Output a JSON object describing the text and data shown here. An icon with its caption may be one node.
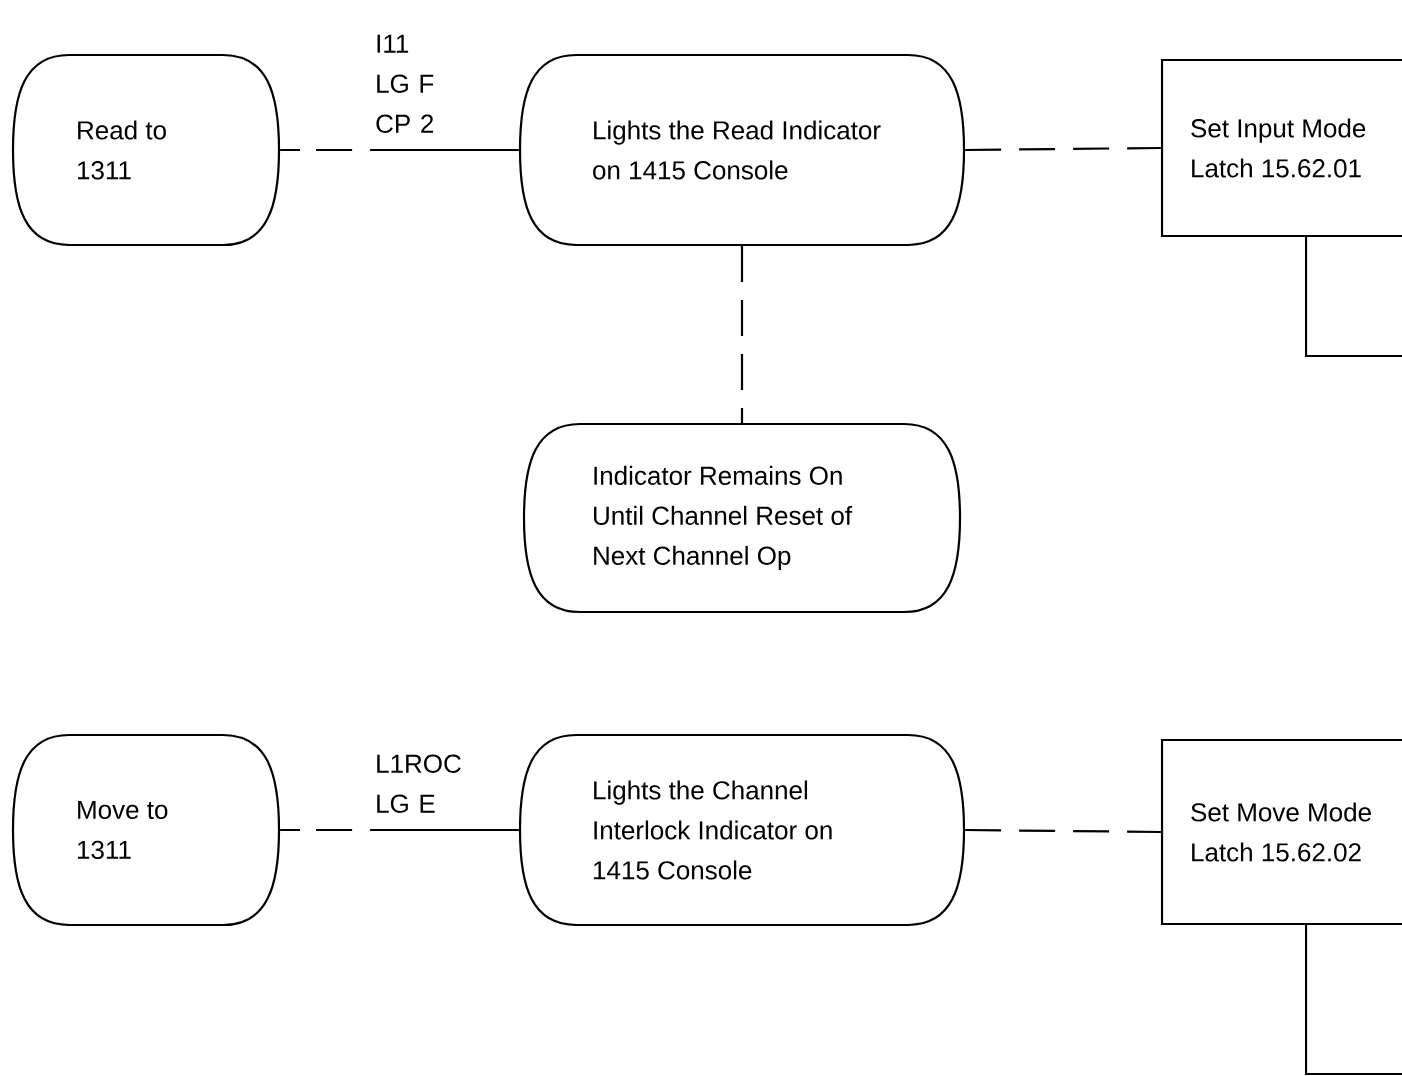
{
  "diagram": {
    "nodes": [
      {
        "text": [
          "Read to 1311"
        ]
      },
      {
        "text": [
          "Lights the Read Indicator on 1415 Console"
        ]
      },
      {
        "text": [
          "Set Input Mode Latch 15.62.01"
        ]
      },
      {
        "text": [
          "Indicator Remains On Until Channel Reset of Next Channel Op"
        ]
      },
      {
        "text": [
          "Move to 1311"
        ]
      },
      {
        "text": [
          "Lights the Channel Interlock Indicator on 1415 Console"
        ]
      },
      {
        "text": [
          "Set Move Mode Latch 15.62.02"
        ]
      }
    ],
    "edges": [
      {
        "from": 0,
        "to": 1,
        "arrow": "none",
        "style": "dashed",
        "label": "I11 LG F CP 2"
      },
      {
        "from": 1,
        "to": 2,
        "arrow": "none",
        "style": "dashed"
      },
      {
        "from": 1,
        "to": 3,
        "arrow": "none",
        "style": "dashed"
      },
      {
        "from": 2,
        "to": null,
        "arrow": "none"
      },
      {
        "from": 4,
        "to": 5,
        "arrow": "none",
        "style": "dashed",
        "label": "L1ROC LG E"
      },
      {
        "from": 5,
        "to": 6,
        "arrow": "none",
        "style": "dashed"
      },
      {
        "from": 6,
        "to": null,
        "arrow": "none"
      }
    ]
  }
}
